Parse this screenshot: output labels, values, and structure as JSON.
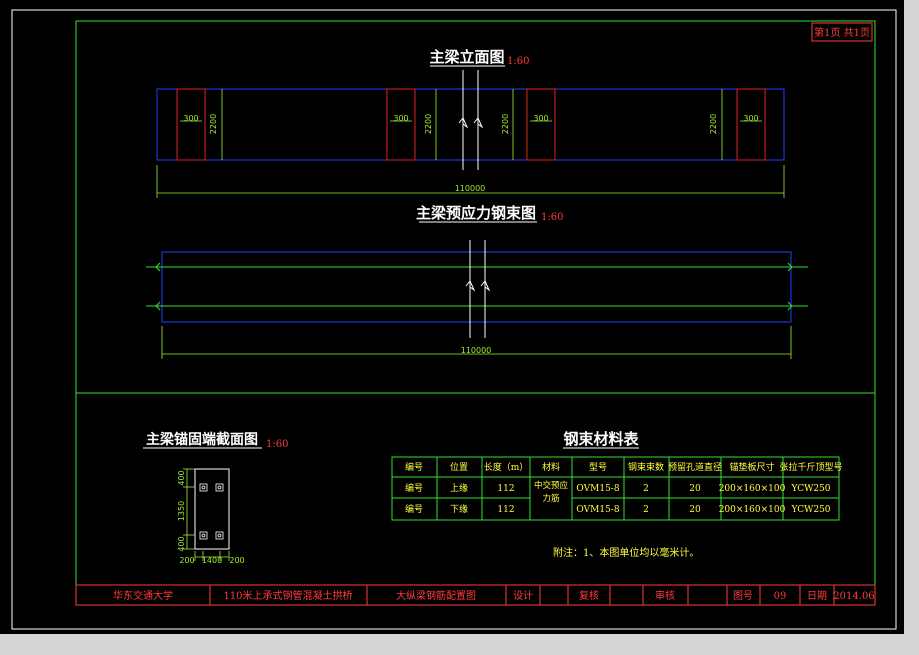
{
  "page": {
    "label": "第1页 共1页"
  },
  "elevation": {
    "title": "主梁立面图",
    "scale": "1:60",
    "block_width": "300",
    "block_height": "2200",
    "total_length": "110000"
  },
  "tendon": {
    "title": "主梁预应力钢束图",
    "scale": "1:60",
    "total_length": "110000"
  },
  "section": {
    "title": "主梁锚固端截面图",
    "scale": "1:60",
    "dims": {
      "top": "400",
      "middle": "1350",
      "bottom": "400",
      "left": "200",
      "center": "1400",
      "right": "200"
    }
  },
  "material_table": {
    "title": "钢束材料表",
    "headers": [
      "编号",
      "位置",
      "长度（m）",
      "材料",
      "型号",
      "钢束束数",
      "预留孔道直径",
      "锚垫板尺寸",
      "张拉千斤顶型号"
    ],
    "material": "中交预应力筋",
    "rows": [
      [
        "编号",
        "上缘",
        "112",
        "OVM15-8",
        "2",
        "20",
        "200×160×100",
        "YCW250"
      ],
      [
        "编号",
        "下缘",
        "112",
        "OVM15-8",
        "2",
        "20",
        "200×160×100",
        "YCW250"
      ]
    ]
  },
  "note": "附注：1、本图单位均以毫米计。",
  "title_block": {
    "school": "华东交通大学",
    "project": "110米上承式钢管混凝土拱桥",
    "drawing": "大纵梁钢筋配置图",
    "design_label": "设计",
    "design_value": "",
    "review_label": "复核",
    "review_value": "",
    "approve_label": "审核",
    "approve_value": "",
    "dwg_no_label": "图号",
    "dwg_no": "09",
    "date_label": "日期",
    "date": "2014.06"
  }
}
